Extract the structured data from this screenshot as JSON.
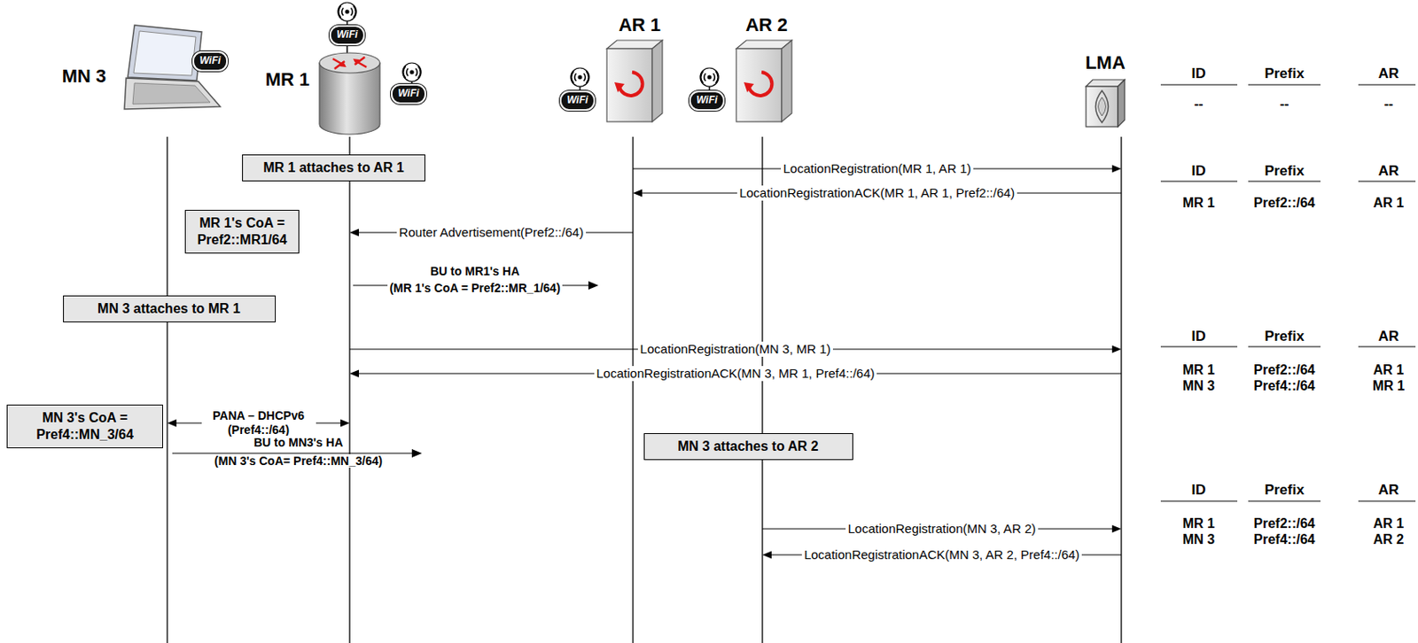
{
  "diagram": {
    "nodes": [
      {
        "text": [
          "MN 3"
        ]
      },
      {
        "text": [
          "MR 1"
        ]
      },
      {
        "text": [
          "AR 1"
        ]
      },
      {
        "text": [
          "AR 2"
        ]
      },
      {
        "text": [
          "LMA"
        ]
      },
      {
        "text": [
          "MR 1 attaches to AR 1"
        ]
      },
      {
        "text": [
          "MR 1's CoA = Pref2::MR1/64"
        ]
      },
      {
        "text": [
          "MN 3 attaches to MR 1"
        ]
      },
      {
        "text": [
          "MN 3's CoA = Pref4::MN_3/64"
        ]
      },
      {
        "text": [
          "MN 3 attaches to AR 2"
        ]
      }
    ],
    "edges": [
      {
        "from": 2,
        "to": 4,
        "label": "LocationRegistration(MR 1, AR 1)",
        "arrow": "to"
      },
      {
        "from": 4,
        "to": 2,
        "label": "LocationRegistrationACK(MR 1, AR 1, Pref2::/64)",
        "arrow": "to"
      },
      {
        "from": 2,
        "to": 1,
        "label": "Router Advertisement(Pref2::/64)",
        "arrow": "to"
      },
      {
        "from": 1,
        "to": 4,
        "label": "LocationRegistration(MN 3, MR 1)",
        "arrow": "to"
      },
      {
        "from": 4,
        "to": 1,
        "label": "LocationRegistrationACK(MN 3, MR 1, Pref4::/64)",
        "arrow": "to"
      },
      {
        "from": 0,
        "to": 1,
        "label": "PANA – DHCPv6 (Pref4::/64)",
        "arrow": "both"
      },
      {
        "from": 3,
        "to": 4,
        "label": "LocationRegistration(MN 3, AR 2)",
        "arrow": "to"
      },
      {
        "from": 4,
        "to": 3,
        "label": "LocationRegistrationACK(MN 3, AR 2, Pref4::/64)",
        "arrow": "to"
      }
    ],
    "labels": [
      "WiFi",
      "WiFi",
      "WiFi",
      "WiFi",
      "WiFi",
      "ID",
      "Prefix",
      "AR",
      "--",
      "--",
      "--",
      "ID",
      "Prefix",
      "AR",
      "MR 1",
      "Pref2::/64",
      "AR 1",
      "BU to MR1's HA",
      "(MR 1's CoA = Pref2::MR_1/64)",
      "ID",
      "Prefix",
      "AR",
      "MR 1",
      "Pref2::/64",
      "AR 1",
      "MN 3",
      "Pref4::/64",
      "MR 1",
      "BU to MN3's HA",
      "(MN 3's CoA= Pref4::MN_3/64)",
      "ID",
      "Prefix",
      "AR",
      "MR 1",
      "Pref2::/64",
      "AR 1",
      "MN 3",
      "Pref4::/64",
      "AR 2"
    ]
  }
}
